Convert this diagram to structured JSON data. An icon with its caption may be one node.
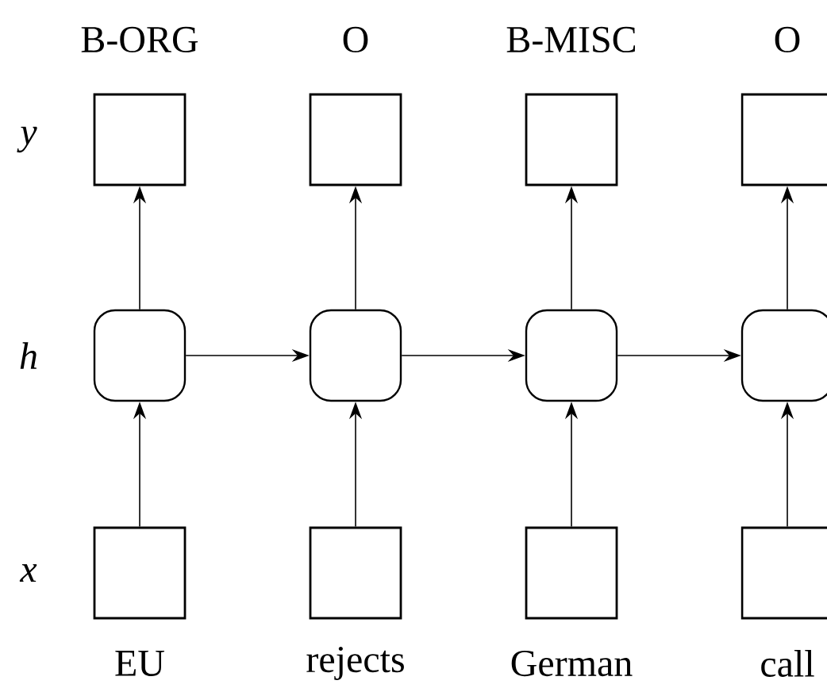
{
  "diagram": {
    "nodes": [
      {
        "text": [],
        "shape": "box",
        "beside": [
          "B-ORG"
        ]
      },
      {
        "text": [],
        "shape": "box",
        "beside": [
          "O"
        ]
      },
      {
        "text": [],
        "shape": "box",
        "beside": [
          "B-MISC"
        ]
      },
      {
        "text": [],
        "shape": "box",
        "beside": [
          "O"
        ]
      },
      {
        "text": [],
        "shape": "rounded"
      },
      {
        "text": [],
        "shape": "rounded"
      },
      {
        "text": [],
        "shape": "rounded"
      },
      {
        "text": [],
        "shape": "rounded"
      },
      {
        "text": [],
        "shape": "box",
        "beside": [
          "EU"
        ]
      },
      {
        "text": [],
        "shape": "box",
        "beside": [
          "rejects"
        ]
      },
      {
        "text": [],
        "shape": "box",
        "beside": [
          "German"
        ]
      },
      {
        "text": [],
        "shape": "box",
        "beside": [
          "call"
        ]
      }
    ],
    "edges": [
      {
        "from": 8,
        "to": 4,
        "arrow": "to"
      },
      {
        "from": 4,
        "to": 0,
        "arrow": "to"
      },
      {
        "from": 4,
        "to": 5,
        "arrow": "to"
      },
      {
        "from": 9,
        "to": 5,
        "arrow": "to"
      },
      {
        "from": 5,
        "to": 1,
        "arrow": "to"
      },
      {
        "from": 5,
        "to": 6,
        "arrow": "to"
      },
      {
        "from": 10,
        "to": 6,
        "arrow": "to"
      },
      {
        "from": 6,
        "to": 2,
        "arrow": "to"
      },
      {
        "from": 6,
        "to": 7,
        "arrow": "to"
      },
      {
        "from": 11,
        "to": 7,
        "arrow": "to"
      },
      {
        "from": 7,
        "to": 3,
        "arrow": "to"
      }
    ],
    "labels": [
      "y",
      "h",
      "x"
    ]
  }
}
